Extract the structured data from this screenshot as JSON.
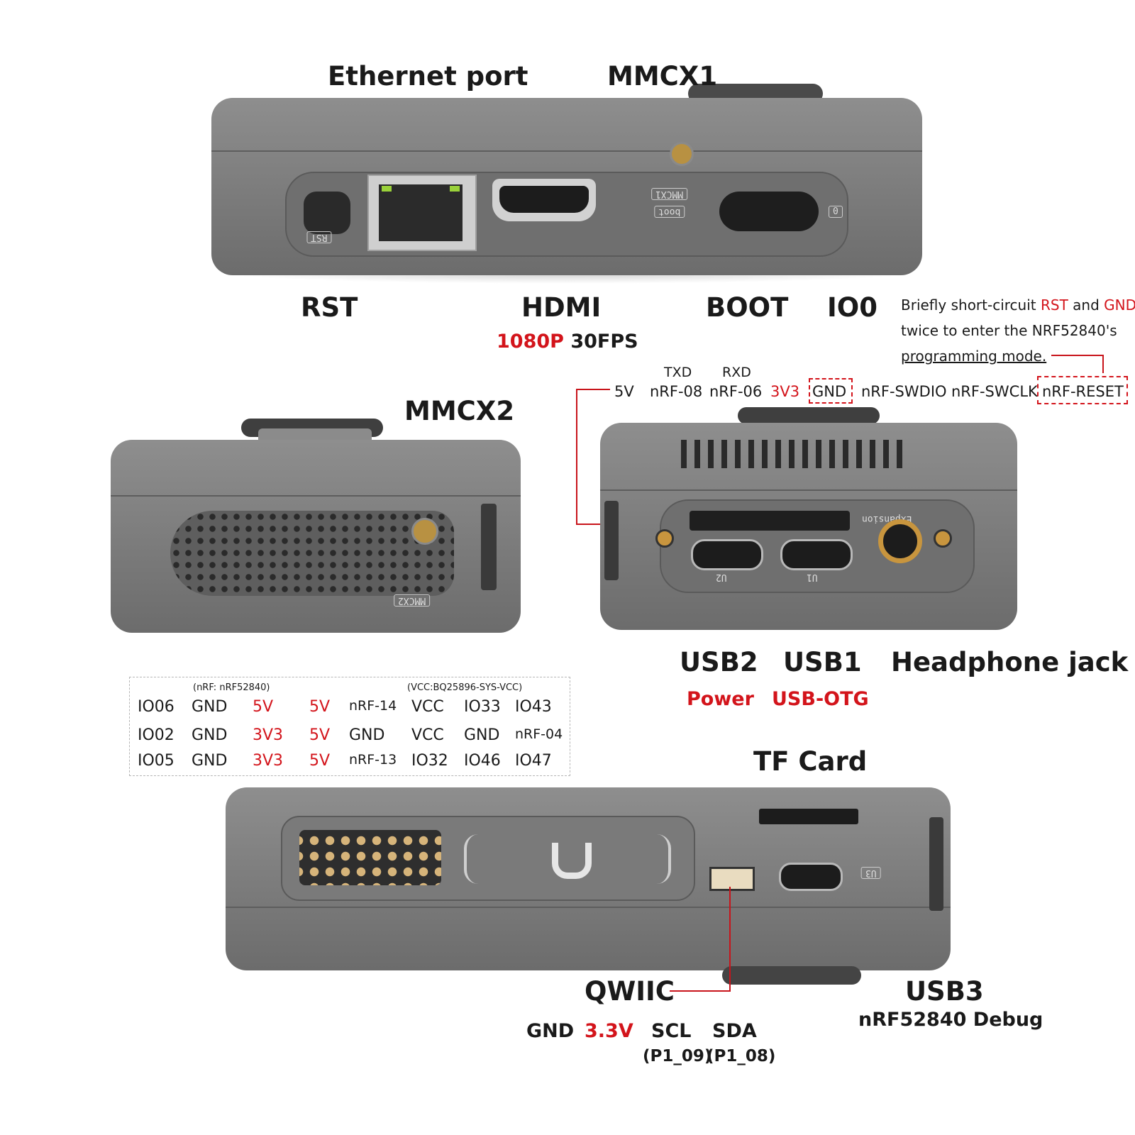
{
  "top_view": {
    "ethernet": "Ethernet port",
    "mmcx1": "MMCX1",
    "rst": "RST",
    "hdmi": "HDMI",
    "hdmi_res": "1080P",
    "hdmi_fps": "30FPS",
    "boot": "BOOT",
    "io0": "IO0",
    "silk_rst": "RST",
    "silk_mmcx1": "MMCX1",
    "silk_boot": "boot",
    "silk_0": "0"
  },
  "reset_note": {
    "part1": "Briefly short-circuit ",
    "rst": "RST",
    "part2": " and ",
    "gnd": "GND",
    "line2": "twice to enter the NRF52840's",
    "line3": "programming mode."
  },
  "expansion_pins": {
    "txd": "TXD",
    "rxd": "RXD",
    "labels": [
      "5V",
      "nRF-08",
      "nRF-06",
      "3V3",
      "GND",
      "nRF-SWDIO",
      "nRF-SWCLK",
      "nRF-RESET"
    ]
  },
  "side_left": {
    "mmcx2": "MMCX2",
    "silk_mmcx2": "MMCX2"
  },
  "side_right": {
    "usb2": "USB2",
    "usb2_sub": "Power",
    "usb1": "USB1",
    "usb1_sub": "USB-OTG",
    "headphone": "Headphone jack",
    "silk_expansion": "Expansion",
    "silk_u2": "U2",
    "silk_u1": "U1"
  },
  "header_table": {
    "note_left": "(nRF: nRF52840)",
    "note_right": "(VCC:BQ25896-SYS-VCC)",
    "rows": [
      [
        "IO06",
        "GND",
        "5V",
        "5V",
        "nRF-14",
        "VCC",
        "IO33",
        "IO43"
      ],
      [
        "IO02",
        "GND",
        "3V3",
        "5V",
        "GND",
        "VCC",
        "GND",
        "nRF-04"
      ],
      [
        "IO05",
        "GND",
        "3V3",
        "5V",
        "nRF-13",
        "IO32",
        "IO46",
        "IO47"
      ]
    ]
  },
  "bottom_view": {
    "tf_card": "TF Card",
    "qwiic": "QWIIC",
    "usb3": "USB3",
    "usb3_sub": "nRF52840 Debug",
    "qwiic_pins": [
      "GND",
      "3.3V",
      "SCL",
      "SDA"
    ],
    "scl_pin": "(P1_09)",
    "sda_pin": "(P1_08)",
    "silk_u3": "U3"
  },
  "colors": {
    "accent_red": "#d3141b",
    "case_gray": "#7d7d7d",
    "text": "#1a1a1a"
  }
}
